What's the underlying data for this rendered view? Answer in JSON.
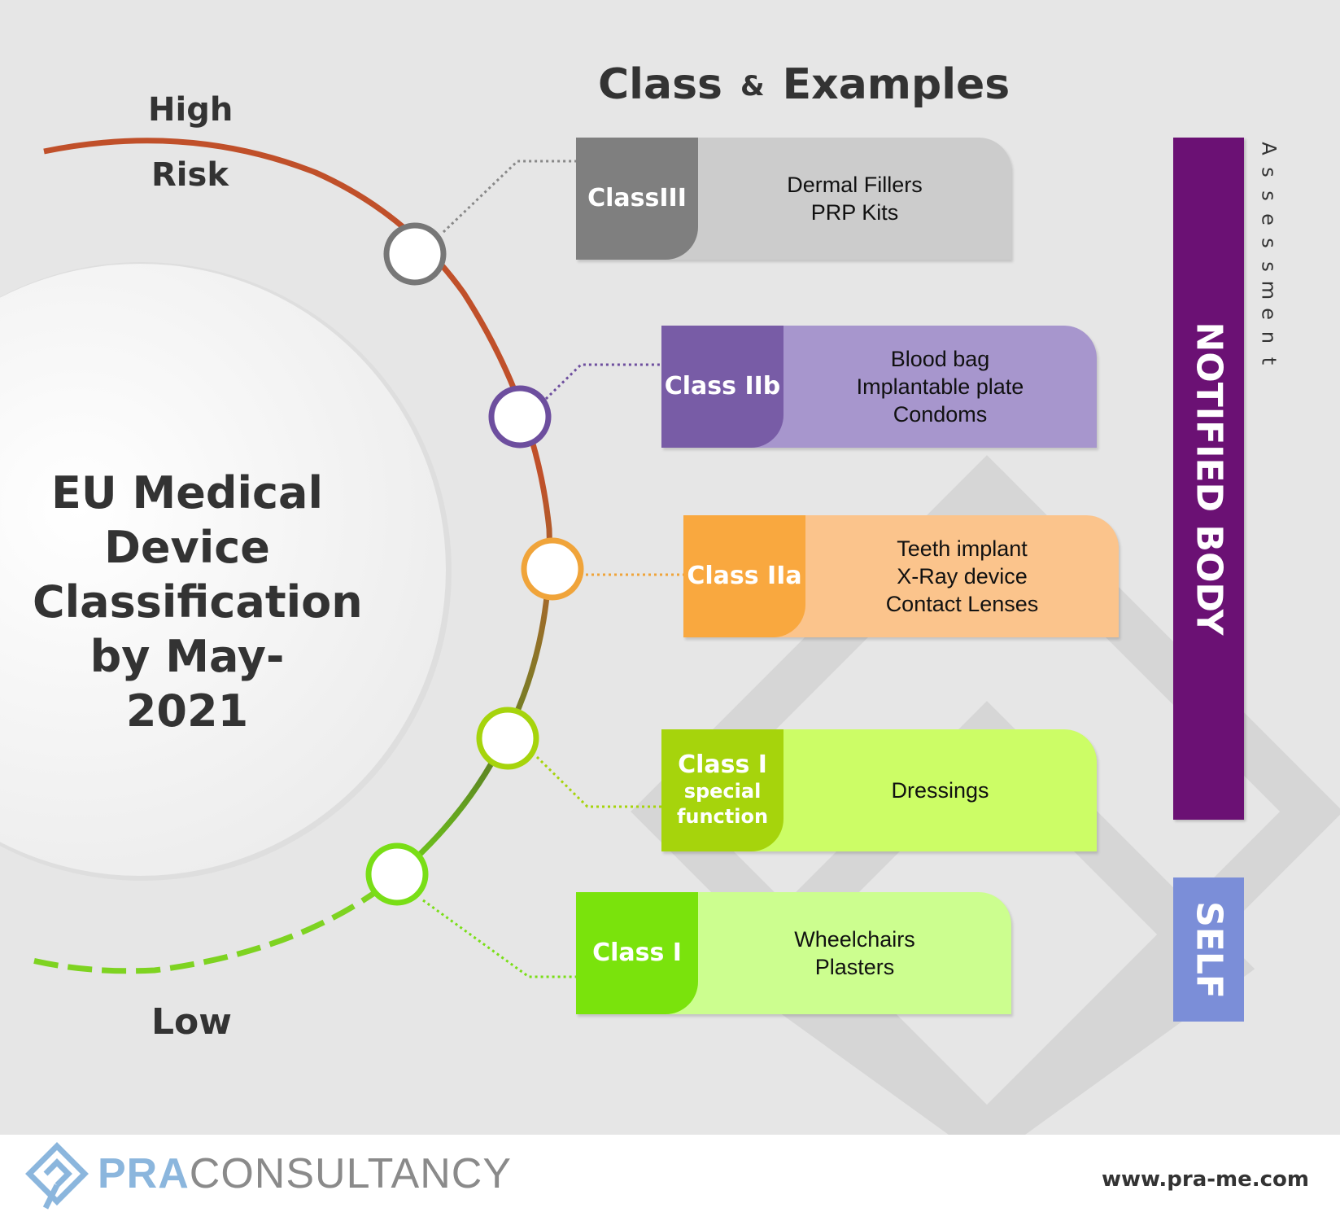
{
  "heading": {
    "left": "Class",
    "amp": "&",
    "right": "Examples"
  },
  "risk": {
    "high": "High",
    "risk": "Risk",
    "low": "Low"
  },
  "center_title": [
    "EU Medical",
    "Device",
    "Classification",
    "by May-2021"
  ],
  "classes": [
    {
      "label": "ClassIII",
      "sub": "",
      "examples": [
        "Dermal Fillers",
        "PRP Kits"
      ],
      "class_color": "#7f7f7f",
      "bg_color": "#cccccc",
      "node_color": "#777777"
    },
    {
      "label": "Class IIb",
      "sub": "",
      "examples": [
        "Blood bag",
        "Implantable plate",
        "Condoms"
      ],
      "class_color": "#785ca6",
      "bg_color": "#a796cd",
      "node_color": "#6d4e9e"
    },
    {
      "label": "Class IIa",
      "sub": "",
      "examples": [
        "Teeth implant",
        "X-Ray device",
        "Contact Lenses"
      ],
      "class_color": "#f9a83f",
      "bg_color": "#fbc48c",
      "node_color": "#f0a43a"
    },
    {
      "label": "Class I",
      "sub": "special function",
      "examples": [
        "Dressings"
      ],
      "class_color": "#a6d40c",
      "bg_color": "#ccfd66",
      "node_color": "#a6d40c"
    },
    {
      "label": "Class I",
      "sub": "",
      "examples": [
        "Wheelchairs",
        "Plasters"
      ],
      "class_color": "#7ae30c",
      "bg_color": "#ccfe8f",
      "node_color": "#79de16"
    }
  ],
  "assessment": {
    "vertical_label": "Assessment",
    "notified": "NOTIFIED BODY",
    "self": "SELF",
    "notified_color": "#6b1174",
    "self_color": "#7b8ed8"
  },
  "footer": {
    "logo_pra": "PRA",
    "logo_rest": "CONSULTANCY",
    "website": "www.pra-me.com"
  }
}
